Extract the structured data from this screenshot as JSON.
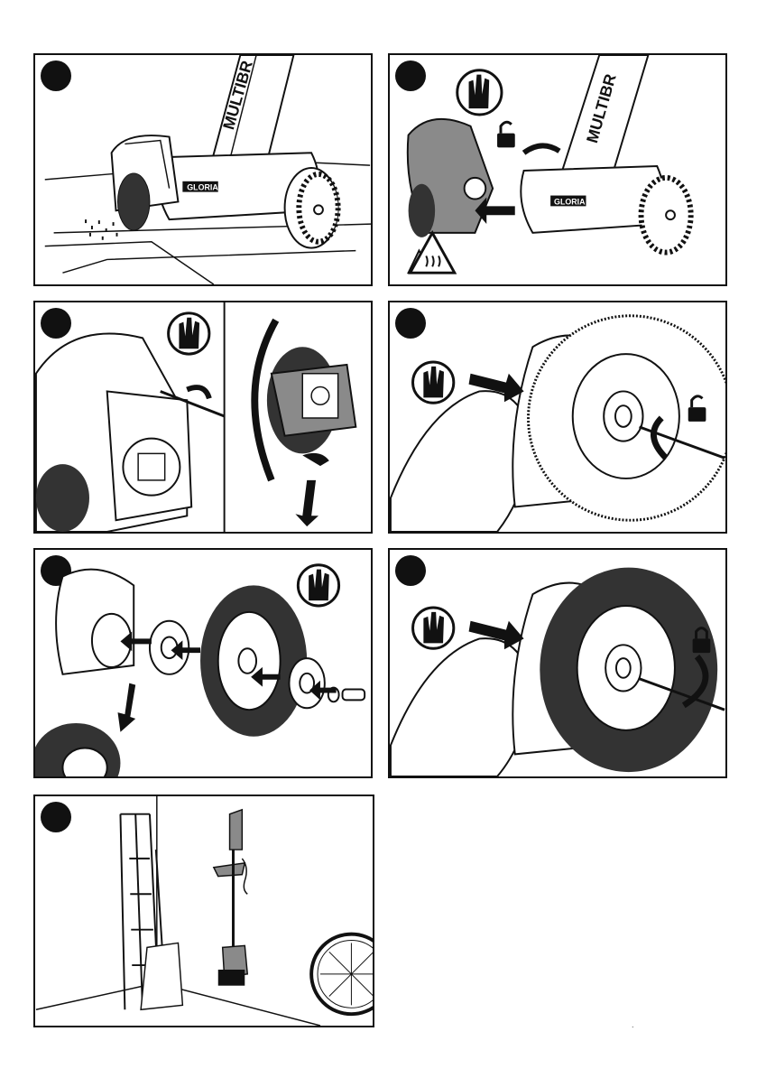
{
  "page": {
    "mark": "."
  },
  "brand": {
    "multibrush_text": "MULTIBR",
    "gloria_text": "GLORIA"
  },
  "colors": {
    "line": "#111111",
    "grey": "#8a8a8a",
    "dark_grey": "#555555"
  },
  "icons": [
    "glove-icon",
    "unlock-icon",
    "lock-icon",
    "hot-surface-warning-icon",
    "arrow-icon"
  ],
  "panels": [
    {
      "id": "step-1",
      "illustration": "brush-in-use-on-floor"
    },
    {
      "id": "step-2",
      "illustration": "remove-brush-housing"
    },
    {
      "id": "step-3",
      "illustration": "loosen-screw-and-pull-housing"
    },
    {
      "id": "step-4",
      "illustration": "hold-brush-unlock-screw"
    },
    {
      "id": "step-5",
      "illustration": "brush-assembly-exploded"
    },
    {
      "id": "step-6",
      "illustration": "hold-brush-lock-screw"
    },
    {
      "id": "step-7",
      "illustration": "storage-in-shed"
    }
  ]
}
